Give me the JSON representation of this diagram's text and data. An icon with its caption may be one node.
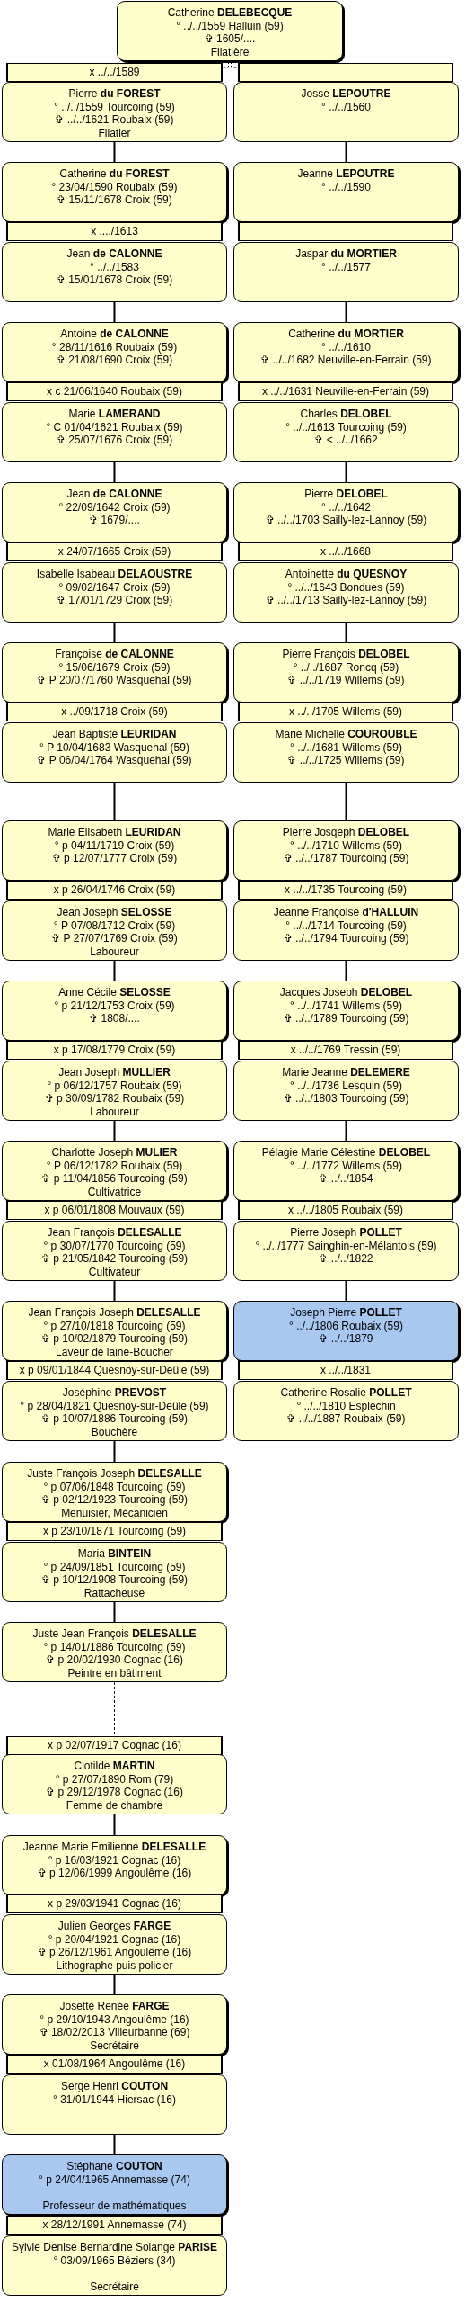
{
  "diagram": {
    "nodes": [
      {
        "text": [
          "Catherine **DELEBECQUE**",
          "° ../../1559 Halluin (59)",
          "✞ 1605/....",
          "Filatière"
        ]
      },
      {
        "text": [
          "x ../../1589"
        ]
      },
      {
        "text": [],
        "shape": "bar"
      },
      {
        "text": [
          "Pierre **du FOREST**",
          "° ../../1559 Tourcoing (59)",
          "✞ ../../1621 Roubaix (59)",
          "Filatier"
        ]
      },
      {
        "text": [
          "Josse **LEPOUTRE**",
          "° ../../1560"
        ]
      },
      {
        "text": [
          "Catherine **du FOREST**",
          "° 23/04/1590 Roubaix (59)",
          "✞ 15/11/1678 Croix (59)"
        ]
      },
      {
        "text": [
          "Jeanne **LEPOUTRE**",
          "° ../../1590"
        ]
      },
      {
        "text": [
          "x ..../1613"
        ]
      },
      {
        "text": [],
        "shape": "bar"
      },
      {
        "text": [
          "Jean **de CALONNE**",
          "° ../../1583",
          "✞ 15/01/1678 Croix (59)"
        ]
      },
      {
        "text": [
          "Jaspar **du MORTIER**",
          "° ../../1577"
        ]
      },
      {
        "text": [
          "Antoine **de CALONNE**",
          "° 28/11/1616 Roubaix (59)",
          "✞ 21/08/1690 Croix (59)"
        ]
      },
      {
        "text": [
          "Catherine **du MORTIER**",
          "° ../../1610",
          "✞ ../../1682 Neuville-en-Ferrain (59)"
        ]
      },
      {
        "text": [
          "x c 21/06/1640 Roubaix (59)"
        ]
      },
      {
        "text": [
          "x ../../1631 Neuville-en-Ferrain (59)"
        ]
      },
      {
        "text": [
          "Marie **LAMERAND**",
          "° C 01/04/1621 Roubaix (59)",
          "✞ 25/07/1676 Croix (59)"
        ]
      },
      {
        "text": [
          "Charles **DELOBEL**",
          "° ../../1613 Tourcoing (59)",
          "✞ < ../../1662"
        ]
      },
      {
        "text": [
          "Jean **de CALONNE**",
          "° 22/09/1642 Croix (59)",
          "✞ 1679/...."
        ]
      },
      {
        "text": [
          "Pierre **DELOBEL**",
          "° ../../1642",
          "✞ ../../1703 Sailly-lez-Lannoy (59)"
        ]
      },
      {
        "text": [
          "x 24/07/1665 Croix (59)"
        ]
      },
      {
        "text": [
          "x ../../1668"
        ]
      },
      {
        "text": [
          "Isabelle Isabeau **DELAOUSTRE**",
          "° 09/02/1647 Croix (59)",
          "✞ 17/01/1729 Croix (59)"
        ]
      },
      {
        "text": [
          "Antoinette **du QUESNOY**",
          "° ../../1643 Bondues (59)",
          "✞ ../../1713 Sailly-lez-Lannoy (59)"
        ]
      },
      {
        "text": [
          "Françoise **de CALONNE**",
          "° 15/06/1679 Croix (59)",
          "✞ P 20/07/1760 Wasquehal (59)"
        ]
      },
      {
        "text": [
          "Pierre François **DELOBEL**",
          "° ../../1687 Roncq (59)",
          "✞ ../../1719 Willems (59)"
        ]
      },
      {
        "text": [
          "x ../09/1718 Croix (59)"
        ]
      },
      {
        "text": [
          "x ../../1705 Willems (59)"
        ]
      },
      {
        "text": [
          "Jean Baptiste **LEURIDAN**",
          "° P 10/04/1683 Wasquehal (59)",
          "✞ P 06/04/1764 Wasquehal (59)"
        ]
      },
      {
        "text": [
          "Marie Michelle **COUROUBLE**",
          "° ../../1681 Willems (59)",
          "✞ ../../1725 Willems (59)"
        ]
      },
      {
        "text": [
          "Marie Elisabeth **LEURIDAN**",
          "° p 04/11/1719 Croix (59)",
          "✞ p 12/07/1777 Croix (59)"
        ]
      },
      {
        "text": [
          "Pierre Josqeph **DELOBEL**",
          "° ../../1710 Willems (59)",
          "✞ ../../1787 Tourcoing (59)"
        ]
      },
      {
        "text": [
          "x p 26/04/1746 Croix (59)"
        ]
      },
      {
        "text": [
          "x ../../1735 Tourcoing (59)"
        ]
      },
      {
        "text": [
          "Jean Joseph **SELOSSE**",
          "° P 07/08/1712 Croix (59)",
          "✞ P 27/07/1769 Croix (59)",
          "Laboureur"
        ]
      },
      {
        "text": [
          "Jeanne Françoise **d'HALLUIN**",
          "° ../../1714 Tourcoing (59)",
          "✞ ../../1794 Tourcoing (59)"
        ]
      },
      {
        "text": [
          "Anne Cécile **SELOSSE**",
          "° p 21/12/1753 Croix (59)",
          "✞ 1808/...."
        ]
      },
      {
        "text": [
          "Jacques Joseph **DELOBEL**",
          "° ../../1741 Willems (59)",
          "✞ ../../1789 Tourcoing (59)"
        ]
      },
      {
        "text": [
          "x p 17/08/1779 Croix (59)"
        ]
      },
      {
        "text": [
          "x ../../1769 Tressin (59)"
        ]
      },
      {
        "text": [
          "Jean Joseph **MULLIER**",
          "° p 06/12/1757 Roubaix (59)",
          "✞ p 30/09/1782 Roubaix (59)",
          "Laboureur"
        ]
      },
      {
        "text": [
          "Marie Jeanne **DELEMERE**",
          "° ../../1736 Lesquin (59)",
          "✞ ../../1803 Tourcoing (59)"
        ]
      },
      {
        "text": [
          "Charlotte Joseph **MULIER**",
          "° P 06/12/1782 Roubaix (59)",
          "✞ p 11/04/1856 Tourcoing (59)",
          "Cultivatrice"
        ]
      },
      {
        "text": [
          "Pélagie Marie Célestine **DELOBEL**",
          "° ../../1772 Willems (59)",
          "✞ ../../1854"
        ]
      },
      {
        "text": [
          "x p 06/01/1808 Mouvaux (59)"
        ]
      },
      {
        "text": [
          "x ../../1805 Roubaix (59)"
        ]
      },
      {
        "text": [
          "Jean François **DELESALLE**",
          "° p 30/07/1770 Tourcoing (59)",
          "✞ p 21/05/1842 Tourcoing (59)",
          "Cultivateur"
        ]
      },
      {
        "text": [
          "Pierre Joseph **POLLET**",
          "° ../../1777 Sainghin-en-Mélantois (59)",
          "✞ ../../1822"
        ]
      },
      {
        "text": [
          "Jean François Joseph **DELESALLE**",
          "° p 27/10/1818 Tourcoing (59)",
          "✞ p 10/02/1879 Tourcoing (59)",
          "Laveur de laine-Boucher"
        ]
      },
      {
        "text": [
          "Joseph Pierre **POLLET**",
          "° ../../1806 Roubaix (59)",
          "✞ ../../1879"
        ]
      },
      {
        "text": [
          "x p 09/01/1844 Quesnoy-sur-Deûle (59)"
        ]
      },
      {
        "text": [
          "x ../../1831"
        ]
      },
      {
        "text": [
          "Joséphine **PREVOST**",
          "° p 28/04/1821 Quesnoy-sur-Deûle (59)",
          "✞ p 10/07/1886 Tourcoing (59)",
          "Bouchère"
        ]
      },
      {
        "text": [
          "Catherine Rosalie **POLLET**",
          "° ../../1810 Esplechin",
          "✞ ../../1887 Roubaix (59)"
        ]
      },
      {
        "text": [
          "Juste François Joseph **DELESALLE**",
          "° p 07/06/1848 Tourcoing (59)",
          "✞ p 02/12/1923 Tourcoing (59)",
          "Menuisier, Mécanicien"
        ]
      },
      {
        "text": [
          "x p 23/10/1871 Tourcoing (59)"
        ]
      },
      {
        "text": [
          "Maria **BINTEIN**",
          "° p 24/09/1851 Tourcoing (59)",
          "✞ p 10/12/1908 Tourcoing (59)",
          "Rattacheuse"
        ]
      },
      {
        "text": [
          "Juste Jean François **DELESALLE**",
          "° p 14/01/1886 Tourcoing (59)",
          "✞ p 20/02/1930 Cognac (16)",
          "Peintre en bâtiment"
        ]
      },
      {
        "text": [
          "x p 02/07/1917 Cognac (16)"
        ]
      },
      {
        "text": [
          "Clotilde **MARTIN**",
          "° p 27/07/1890 Rom (79)",
          "✞ p 29/12/1978 Cognac (16)",
          "Femme de chambre"
        ]
      },
      {
        "text": [
          "Jeanne Marie Emilienne **DELESALLE**",
          "° p 16/03/1921 Cognac (16)",
          "✞ p 12/06/1999 Angoulême (16)"
        ]
      },
      {
        "text": [
          "x p 29/03/1941 Cognac (16)"
        ]
      },
      {
        "text": [
          "Julien Georges **FARGE**",
          "° p 20/04/1921 Cognac (16)",
          "✞ p 26/12/1961 Angoulême (16)",
          "Lithographe puis policier"
        ]
      },
      {
        "text": [
          "Josette Renée **FARGE**",
          "° p 29/10/1943 Angoulême (16)",
          "✞ 18/02/2013 Villeurbanne (69)",
          "Secrétaire"
        ]
      },
      {
        "text": [
          "x 01/08/1964 Angoulême (16)"
        ]
      },
      {
        "text": [
          "Serge Henri **COUTON**",
          "° 31/01/1944 Hiersac (16)"
        ]
      },
      {
        "text": [
          "Stéphane **COUTON**",
          "° p 24/04/1965 Annemasse (74)",
          "Professeur de mathématiques"
        ]
      },
      {
        "text": [
          "x 28/12/1991 Annemasse (74)"
        ]
      },
      {
        "text": [
          "Sylvie Denise Bernardine Solange **PARISE**",
          "° 03/09/1965 Béziers (34)",
          "Secrétaire"
        ]
      }
    ],
    "edges": [
      {
        "from": 0,
        "to": 1,
        "arrow": "none",
        "style": "dashed"
      },
      {
        "from": 0,
        "to": 2,
        "arrow": "none",
        "style": "dashed"
      },
      {
        "from": 3,
        "to": 5,
        "arrow": "none"
      },
      {
        "from": 4,
        "to": 6,
        "arrow": "none"
      },
      {
        "from": 9,
        "to": 11,
        "arrow": "none"
      },
      {
        "from": 10,
        "to": 12,
        "arrow": "none"
      },
      {
        "from": 15,
        "to": 17,
        "arrow": "none"
      },
      {
        "from": 16,
        "to": 18,
        "arrow": "none"
      },
      {
        "from": 21,
        "to": 23,
        "arrow": "none"
      },
      {
        "from": 22,
        "to": 24,
        "arrow": "none"
      },
      {
        "from": 27,
        "to": 29,
        "arrow": "none"
      },
      {
        "from": 28,
        "to": 30,
        "arrow": "none"
      },
      {
        "from": 33,
        "to": 35,
        "arrow": "none"
      },
      {
        "from": 34,
        "to": 36,
        "arrow": "none"
      },
      {
        "from": 39,
        "to": 41,
        "arrow": "none"
      },
      {
        "from": 40,
        "to": 42,
        "arrow": "none"
      },
      {
        "from": 45,
        "to": 47,
        "arrow": "none"
      },
      {
        "from": 46,
        "to": 48,
        "arrow": "none"
      },
      {
        "from": 51,
        "to": 53,
        "arrow": "none"
      },
      {
        "from": 55,
        "to": 56,
        "arrow": "none"
      },
      {
        "from": 56,
        "to": 57,
        "arrow": "none",
        "style": "dashed"
      },
      {
        "from": 58,
        "to": 59,
        "arrow": "none"
      },
      {
        "from": 61,
        "to": 62,
        "arrow": "none"
      },
      {
        "from": 64,
        "to": 65,
        "arrow": "none"
      }
    ]
  }
}
